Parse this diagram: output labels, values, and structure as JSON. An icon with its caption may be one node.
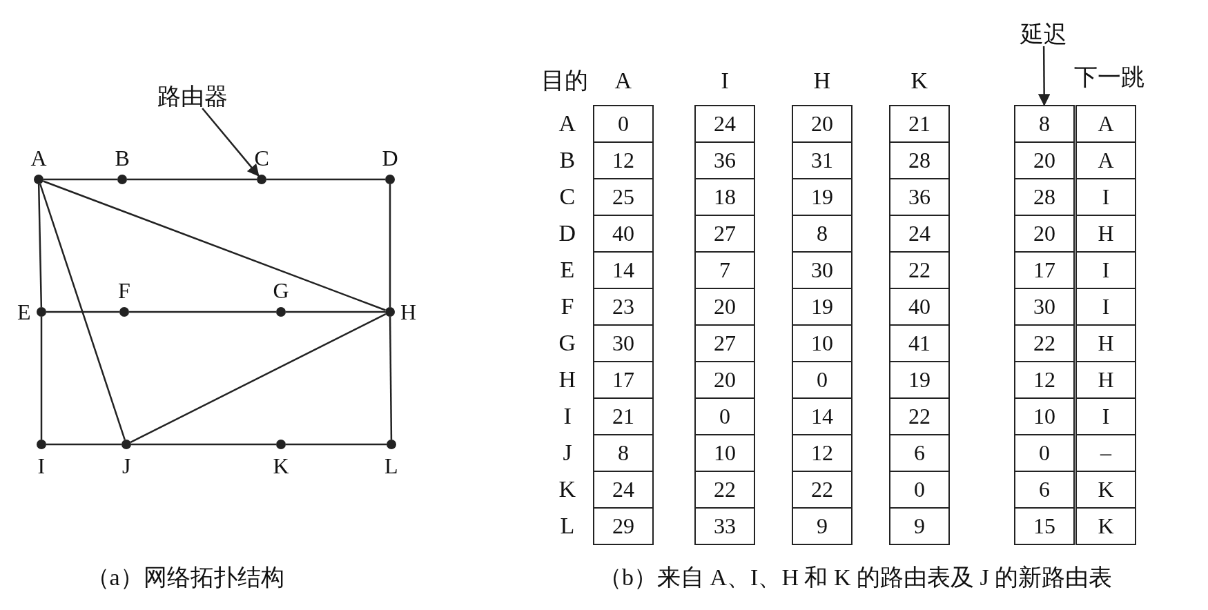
{
  "diagram": {
    "nodes": [
      {
        "text": [
          "A"
        ]
      },
      {
        "text": [
          "B"
        ]
      },
      {
        "text": [
          "C"
        ]
      },
      {
        "text": [
          "D"
        ]
      },
      {
        "text": [
          "E"
        ]
      },
      {
        "text": [
          "F"
        ]
      },
      {
        "text": [
          "G"
        ]
      },
      {
        "text": [
          "H"
        ]
      },
      {
        "text": [
          "I"
        ]
      },
      {
        "text": [
          "J"
        ]
      },
      {
        "text": [
          "K"
        ]
      },
      {
        "text": [
          "L"
        ]
      },
      {
        "text": [
          "路由器"
        ]
      },
      {
        "text": [
          "延迟"
        ]
      },
      {
        "text": [
          "8"
        ]
      }
    ],
    "edges": [
      {
        "from": 0,
        "to": 1,
        "arrow": "none"
      },
      {
        "from": 1,
        "to": 2,
        "arrow": "none"
      },
      {
        "from": 2,
        "to": 3,
        "arrow": "none"
      },
      {
        "from": 3,
        "to": 7,
        "arrow": "none"
      },
      {
        "from": 7,
        "to": 11,
        "arrow": "none"
      },
      {
        "from": 0,
        "to": 4,
        "arrow": "none"
      },
      {
        "from": 4,
        "to": 8,
        "arrow": "none"
      },
      {
        "from": 4,
        "to": 5,
        "arrow": "none"
      },
      {
        "from": 5,
        "to": 6,
        "arrow": "none"
      },
      {
        "from": 6,
        "to": 7,
        "arrow": "none"
      },
      {
        "from": 8,
        "to": 9,
        "arrow": "none"
      },
      {
        "from": 9,
        "to": 10,
        "arrow": "none"
      },
      {
        "from": 10,
        "to": 11,
        "arrow": "none"
      },
      {
        "from": 0,
        "to": 7,
        "arrow": "none"
      },
      {
        "from": 0,
        "to": 9,
        "arrow": "none"
      },
      {
        "from": 9,
        "to": 7,
        "arrow": "none"
      },
      {
        "from": 12,
        "to": 2,
        "arrow": "to"
      },
      {
        "from": 13,
        "to": 14,
        "arrow": "to"
      }
    ],
    "labels": [
      "目的",
      "A",
      "I",
      "H",
      "K",
      "下一跳",
      "A",
      "0",
      "24",
      "20",
      "21",
      "A",
      "B",
      "12",
      "36",
      "31",
      "28",
      "20",
      "A",
      "C",
      "25",
      "18",
      "19",
      "36",
      "28",
      "I",
      "D",
      "40",
      "27",
      "8",
      "24",
      "20",
      "H",
      "E",
      "14",
      "7",
      "30",
      "22",
      "17",
      "I",
      "F",
      "23",
      "20",
      "19",
      "40",
      "30",
      "I",
      "G",
      "30",
      "27",
      "10",
      "41",
      "22",
      "H",
      "H",
      "17",
      "20",
      "0",
      "19",
      "12",
      "H",
      "I",
      "21",
      "0",
      "14",
      "22",
      "10",
      "I",
      "J",
      "8",
      "10",
      "12",
      "6",
      "0",
      "–",
      "K",
      "24",
      "22",
      "22",
      "0",
      "6",
      "K",
      "L",
      "29",
      "33",
      "9",
      "9",
      "15",
      "K",
      "（a）网络拓扑结构",
      "（b）来自 A、I、H 和 K 的路由表及 J 的新路由表"
    ]
  }
}
